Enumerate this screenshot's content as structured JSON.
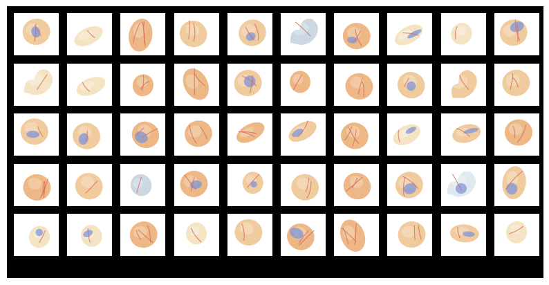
{
  "image": {
    "description_kind": "grid-of-generated-cell-images",
    "grid": {
      "rows": 5,
      "cols": 10
    },
    "colors": {
      "background": "#ffffff",
      "grid_border": "#000000",
      "tile_background": "#ffffff"
    },
    "palette": {
      "beige": "#f4e2bf",
      "peach": "#efc796",
      "orange": "#ecb27c",
      "red_line": "#d46a5e",
      "blue_patch": "#7f96d8",
      "grey_blue": "#c8d4de",
      "pale_blue": "#dde7ef"
    },
    "tiles": [
      {
        "shape": "round",
        "color": "peach",
        "accent": "blue",
        "cracks": 2
      },
      {
        "shape": "tilted",
        "color": "beige",
        "accent": "red",
        "cracks": 1
      },
      {
        "shape": "oval",
        "color": "orange",
        "accent": "red",
        "cracks": 3
      },
      {
        "shape": "round",
        "color": "peach",
        "accent": "red",
        "cracks": 2
      },
      {
        "shape": "round",
        "color": "peach",
        "accent": "blue",
        "cracks": 2
      },
      {
        "shape": "blob",
        "color": "grey_blue",
        "accent": "none",
        "cracks": 1
      },
      {
        "shape": "round",
        "color": "orange",
        "accent": "blue",
        "cracks": 2
      },
      {
        "shape": "tilted",
        "color": "beige",
        "accent": "blue",
        "cracks": 1
      },
      {
        "shape": "small",
        "color": "beige",
        "accent": "red",
        "cracks": 1
      },
      {
        "shape": "round",
        "color": "peach",
        "accent": "blue",
        "cracks": 2
      },
      {
        "shape": "blob",
        "color": "beige",
        "accent": "red",
        "cracks": 1
      },
      {
        "shape": "tilted",
        "color": "beige",
        "accent": "red",
        "cracks": 1
      },
      {
        "shape": "small",
        "color": "orange",
        "accent": "red",
        "cracks": 2
      },
      {
        "shape": "oval",
        "color": "orange",
        "accent": "red",
        "cracks": 2
      },
      {
        "shape": "round",
        "color": "peach",
        "accent": "blue",
        "cracks": 2
      },
      {
        "shape": "small",
        "color": "orange",
        "accent": "red",
        "cracks": 1
      },
      {
        "shape": "round",
        "color": "orange",
        "accent": "red",
        "cracks": 2
      },
      {
        "shape": "round",
        "color": "peach",
        "accent": "blue",
        "cracks": 1
      },
      {
        "shape": "blob",
        "color": "peach",
        "accent": "red",
        "cracks": 1
      },
      {
        "shape": "round",
        "color": "peach",
        "accent": "red",
        "cracks": 2
      },
      {
        "shape": "round",
        "color": "peach",
        "accent": "blue",
        "cracks": 1
      },
      {
        "shape": "round",
        "color": "peach",
        "accent": "blue",
        "cracks": 1
      },
      {
        "shape": "round",
        "color": "orange",
        "accent": "blue",
        "cracks": 2
      },
      {
        "shape": "round",
        "color": "orange",
        "accent": "red",
        "cracks": 2
      },
      {
        "shape": "tilted",
        "color": "orange",
        "accent": "red",
        "cracks": 2
      },
      {
        "shape": "tilted",
        "color": "peach",
        "accent": "blue",
        "cracks": 1
      },
      {
        "shape": "round",
        "color": "orange",
        "accent": "red",
        "cracks": 3
      },
      {
        "shape": "flat",
        "color": "beige",
        "accent": "blue",
        "cracks": 1
      },
      {
        "shape": "flat",
        "color": "peach",
        "accent": "blue",
        "cracks": 1
      },
      {
        "shape": "round",
        "color": "orange",
        "accent": "red",
        "cracks": 2
      },
      {
        "shape": "round",
        "color": "orange",
        "accent": "red",
        "cracks": 3
      },
      {
        "shape": "round",
        "color": "peach",
        "accent": "red",
        "cracks": 1
      },
      {
        "shape": "small",
        "color": "grey_blue",
        "accent": "none",
        "cracks": 1
      },
      {
        "shape": "round",
        "color": "orange",
        "accent": "blue",
        "cracks": 2
      },
      {
        "shape": "small",
        "color": "peach",
        "accent": "blue",
        "cracks": 1
      },
      {
        "shape": "round",
        "color": "peach",
        "accent": "red",
        "cracks": 2
      },
      {
        "shape": "round",
        "color": "orange",
        "accent": "red",
        "cracks": 2
      },
      {
        "shape": "round",
        "color": "peach",
        "accent": "blue",
        "cracks": 2
      },
      {
        "shape": "blob",
        "color": "pale_blue",
        "accent": "blue",
        "cracks": 1
      },
      {
        "shape": "oval",
        "color": "peach",
        "accent": "blue",
        "cracks": 1
      },
      {
        "shape": "small",
        "color": "beige",
        "accent": "blue",
        "cracks": 1
      },
      {
        "shape": "small",
        "color": "beige",
        "accent": "blue",
        "cracks": 1
      },
      {
        "shape": "round",
        "color": "orange",
        "accent": "red",
        "cracks": 3
      },
      {
        "shape": "small",
        "color": "beige",
        "accent": "red",
        "cracks": 1
      },
      {
        "shape": "round",
        "color": "peach",
        "accent": "red",
        "cracks": 1
      },
      {
        "shape": "round",
        "color": "orange",
        "accent": "blue",
        "cracks": 2
      },
      {
        "shape": "oval",
        "color": "orange",
        "accent": "red",
        "cracks": 3
      },
      {
        "shape": "round",
        "color": "peach",
        "accent": "red",
        "cracks": 2
      },
      {
        "shape": "flat",
        "color": "peach",
        "accent": "blue",
        "cracks": 1
      },
      {
        "shape": "small",
        "color": "beige",
        "accent": "red",
        "cracks": 1
      }
    ]
  }
}
